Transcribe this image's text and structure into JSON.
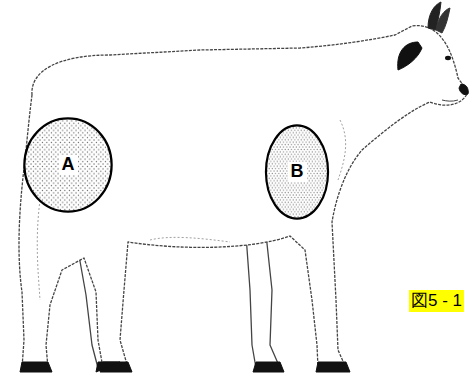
{
  "diagram": {
    "nodes": [
      {
        "text": [
          "A"
        ]
      },
      {
        "text": [
          "B"
        ]
      }
    ],
    "labels": [
      "図5 - 1"
    ]
  }
}
